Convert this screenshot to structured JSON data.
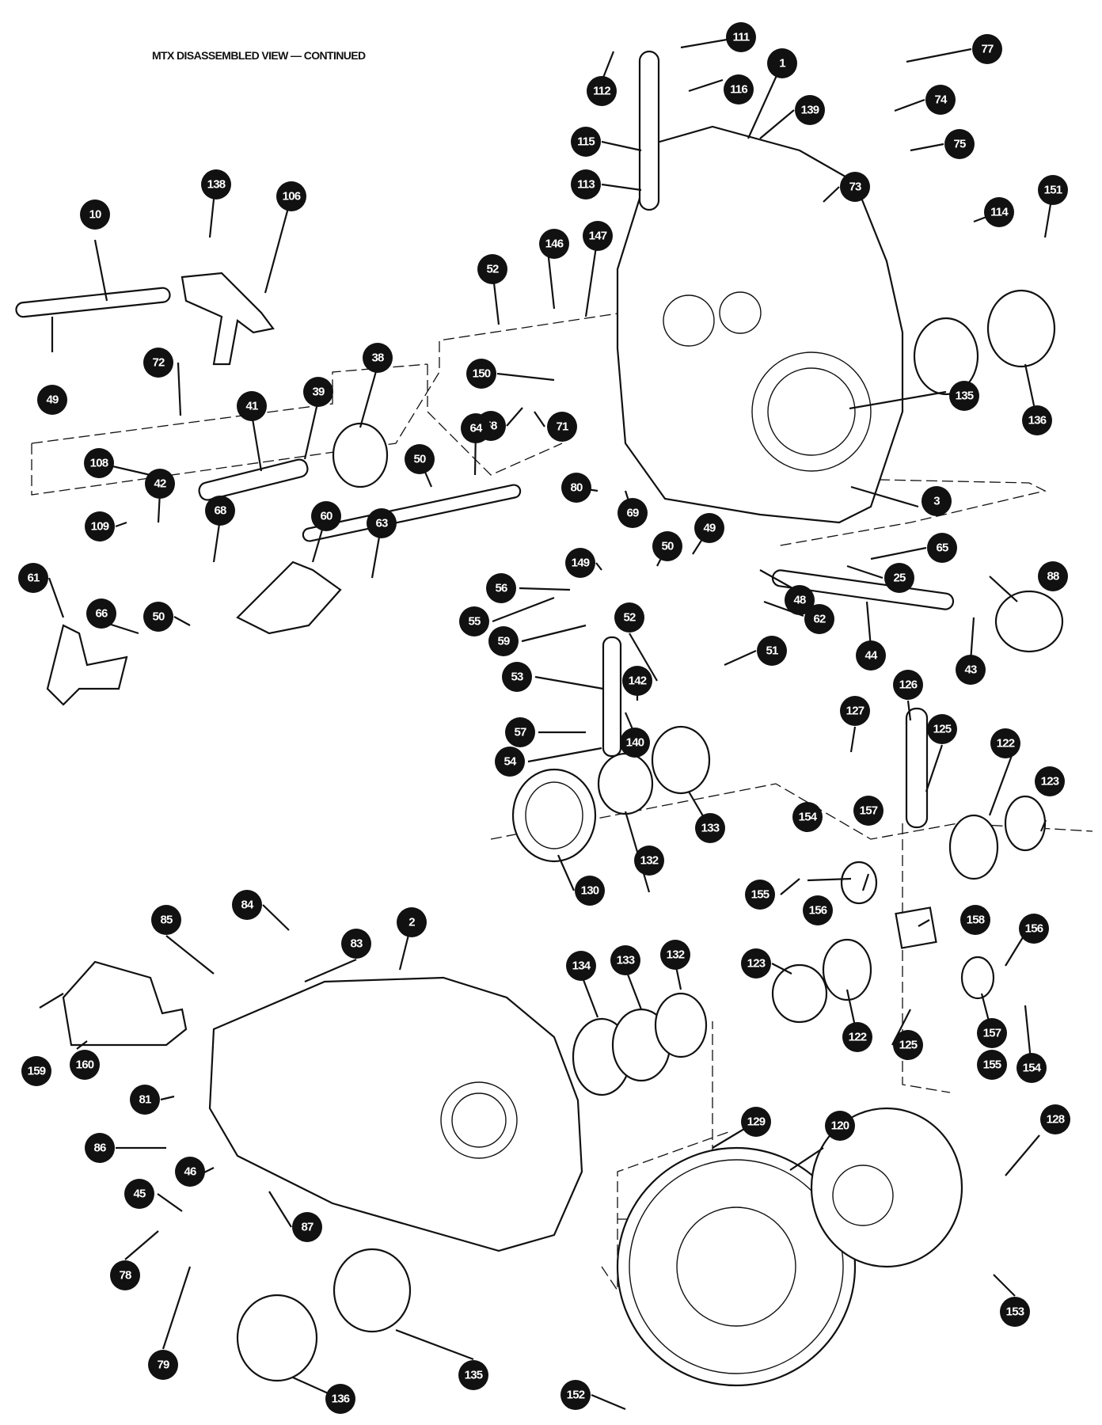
{
  "title": "MTX DISASSEMBLED VIEW — CONTINUED",
  "callouts": [
    {
      "id": "c1",
      "label": "1"
    },
    {
      "id": "c2",
      "label": "2"
    },
    {
      "id": "c3",
      "label": "3"
    },
    {
      "id": "c10",
      "label": "10"
    },
    {
      "id": "c25",
      "label": "25"
    },
    {
      "id": "c38",
      "label": "38"
    },
    {
      "id": "c39",
      "label": "39"
    },
    {
      "id": "c41",
      "label": "41"
    },
    {
      "id": "c42",
      "label": "42"
    },
    {
      "id": "c43",
      "label": "43"
    },
    {
      "id": "c44",
      "label": "44"
    },
    {
      "id": "c45",
      "label": "45"
    },
    {
      "id": "c46",
      "label": "46"
    },
    {
      "id": "c48",
      "label": "48"
    },
    {
      "id": "c49a",
      "label": "49"
    },
    {
      "id": "c49b",
      "label": "49"
    },
    {
      "id": "c50a",
      "label": "50"
    },
    {
      "id": "c50b",
      "label": "50"
    },
    {
      "id": "c50c",
      "label": "50"
    },
    {
      "id": "c51",
      "label": "51"
    },
    {
      "id": "c52a",
      "label": "52"
    },
    {
      "id": "c52b",
      "label": "52"
    },
    {
      "id": "c53",
      "label": "53"
    },
    {
      "id": "c54",
      "label": "54"
    },
    {
      "id": "c55",
      "label": "55"
    },
    {
      "id": "c56",
      "label": "56"
    },
    {
      "id": "c57",
      "label": "57"
    },
    {
      "id": "c58",
      "label": "58"
    },
    {
      "id": "c59",
      "label": "59"
    },
    {
      "id": "c60",
      "label": "60"
    },
    {
      "id": "c61",
      "label": "61"
    },
    {
      "id": "c62",
      "label": "62"
    },
    {
      "id": "c63",
      "label": "63"
    },
    {
      "id": "c64",
      "label": "64"
    },
    {
      "id": "c65",
      "label": "65"
    },
    {
      "id": "c66",
      "label": "66"
    },
    {
      "id": "c68",
      "label": "68"
    },
    {
      "id": "c69",
      "label": "69"
    },
    {
      "id": "c71",
      "label": "71"
    },
    {
      "id": "c72",
      "label": "72"
    },
    {
      "id": "c73",
      "label": "73"
    },
    {
      "id": "c74",
      "label": "74"
    },
    {
      "id": "c75",
      "label": "75"
    },
    {
      "id": "c77",
      "label": "77"
    },
    {
      "id": "c78",
      "label": "78"
    },
    {
      "id": "c79",
      "label": "79"
    },
    {
      "id": "c80",
      "label": "80"
    },
    {
      "id": "c81",
      "label": "81"
    },
    {
      "id": "c83",
      "label": "83"
    },
    {
      "id": "c84",
      "label": "84"
    },
    {
      "id": "c85",
      "label": "85"
    },
    {
      "id": "c86",
      "label": "86"
    },
    {
      "id": "c87",
      "label": "87"
    },
    {
      "id": "c88",
      "label": "88"
    },
    {
      "id": "c106",
      "label": "106"
    },
    {
      "id": "c108",
      "label": "108"
    },
    {
      "id": "c109",
      "label": "109"
    },
    {
      "id": "c111",
      "label": "111"
    },
    {
      "id": "c112",
      "label": "112"
    },
    {
      "id": "c113",
      "label": "113"
    },
    {
      "id": "c114",
      "label": "114"
    },
    {
      "id": "c115",
      "label": "115"
    },
    {
      "id": "c116",
      "label": "116"
    },
    {
      "id": "c120",
      "label": "120"
    },
    {
      "id": "c122a",
      "label": "122"
    },
    {
      "id": "c122b",
      "label": "122"
    },
    {
      "id": "c123a",
      "label": "123"
    },
    {
      "id": "c123b",
      "label": "123"
    },
    {
      "id": "c125a",
      "label": "125"
    },
    {
      "id": "c125b",
      "label": "125"
    },
    {
      "id": "c126",
      "label": "126"
    },
    {
      "id": "c127",
      "label": "127"
    },
    {
      "id": "c128",
      "label": "128"
    },
    {
      "id": "c129",
      "label": "129"
    },
    {
      "id": "c130",
      "label": "130"
    },
    {
      "id": "c132a",
      "label": "132"
    },
    {
      "id": "c132b",
      "label": "132"
    },
    {
      "id": "c133a",
      "label": "133"
    },
    {
      "id": "c133b",
      "label": "133"
    },
    {
      "id": "c134",
      "label": "134"
    },
    {
      "id": "c135a",
      "label": "135"
    },
    {
      "id": "c135b",
      "label": "135"
    },
    {
      "id": "c136a",
      "label": "136"
    },
    {
      "id": "c136b",
      "label": "136"
    },
    {
      "id": "c138",
      "label": "138"
    },
    {
      "id": "c139",
      "label": "139"
    },
    {
      "id": "c140",
      "label": "140"
    },
    {
      "id": "c142",
      "label": "142"
    },
    {
      "id": "c146",
      "label": "146"
    },
    {
      "id": "c147",
      "label": "147"
    },
    {
      "id": "c149",
      "label": "149"
    },
    {
      "id": "c150",
      "label": "150"
    },
    {
      "id": "c151",
      "label": "151"
    },
    {
      "id": "c152",
      "label": "152"
    },
    {
      "id": "c153",
      "label": "153"
    },
    {
      "id": "c154a",
      "label": "154"
    },
    {
      "id": "c154b",
      "label": "154"
    },
    {
      "id": "c155a",
      "label": "155"
    },
    {
      "id": "c155b",
      "label": "155"
    },
    {
      "id": "c156a",
      "label": "156"
    },
    {
      "id": "c156b",
      "label": "156"
    },
    {
      "id": "c157a",
      "label": "157"
    },
    {
      "id": "c157b",
      "label": "157"
    },
    {
      "id": "c158",
      "label": "158"
    },
    {
      "id": "c159",
      "label": "159"
    },
    {
      "id": "c160",
      "label": "160"
    }
  ]
}
